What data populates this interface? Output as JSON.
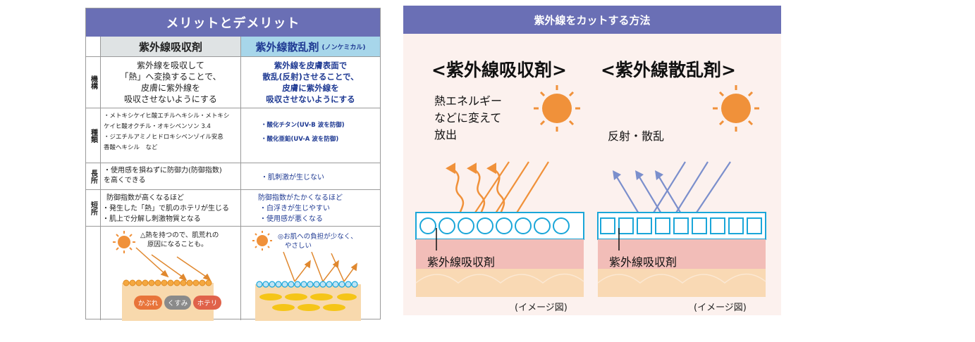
{
  "left": {
    "title": "メリットとデメリット",
    "col_absorb": "紫外線吸収剤",
    "col_scatter": "紫外線散乱剤",
    "col_scatter_note": "(ノンケミカル)",
    "rows": {
      "mechanism": {
        "label": "機構",
        "absorb": [
          "紫外線を吸収して",
          "「熱」へ変換することで、",
          "皮膚に紫外線を",
          "吸収させないようにする"
        ],
        "scatter": [
          "紫外線を皮膚表面で",
          "散乱(反射)させることで、",
          "皮膚に紫外線を",
          "吸収させないようにする"
        ]
      },
      "types": {
        "label": "種類",
        "absorb": [
          "・メトキシケイヒ酸エチルヘキシル・メトキシ",
          "ケイヒ酸オクチル・オキシベンソン 3.4",
          "・ジエチルアミノヒドロキシベンゾイル安息",
          "香酸ヘキシル　など"
        ],
        "scatter": [
          "・酸化チタン(UV-B 波を防御)",
          "・酸化亜鉛(UV-A 波を防御)"
        ]
      },
      "pros": {
        "label": "長所",
        "absorb": [
          "・使用感を損ねずに防御力(防御指数)",
          "を高くできる"
        ],
        "scatter": [
          "・肌刺激が生じない"
        ]
      },
      "cons": {
        "label": "短所",
        "absorb": [
          "防御指数が高くなるほど",
          "・発生した「熱」で肌のホテリが生じる",
          "・肌上で分解し刺激物質となる"
        ],
        "scatter": [
          "防御指数がたかくなるほど",
          "・白浮きが生じやすい",
          "・使用感が悪くなる"
        ]
      },
      "illustration": {
        "absorb_note": [
          "△熱を持つので、肌荒れの",
          "原因になることも。"
        ],
        "scatter_note": [
          "◎お肌への負担が少なく、",
          "やさしい"
        ],
        "badges": [
          "かぶれ",
          "くすみ",
          "ホテリ"
        ]
      }
    }
  },
  "right": {
    "title": "紫外線をカットする方法",
    "absorb_heading": "<紫外線吸収剤>",
    "scatter_heading": "<紫外線散乱剤>",
    "absorb_desc": [
      "熱エネルギー",
      "などに変えて",
      "放出"
    ],
    "scatter_desc": "反射・散乱",
    "absorb_layer_label": "紫外線吸収剤",
    "scatter_layer_label": "紫外線吸収剤",
    "image_note": "(イメージ図)"
  },
  "colors": {
    "header": "#6a6fb5",
    "scatter_text": "#1f3a93",
    "orange": "#f0913a",
    "blue_arrow": "#7b8fcc",
    "layer_pink": "#f2bdb8",
    "skin": "#f7d0a0",
    "cyan": "#1aa6d9"
  }
}
